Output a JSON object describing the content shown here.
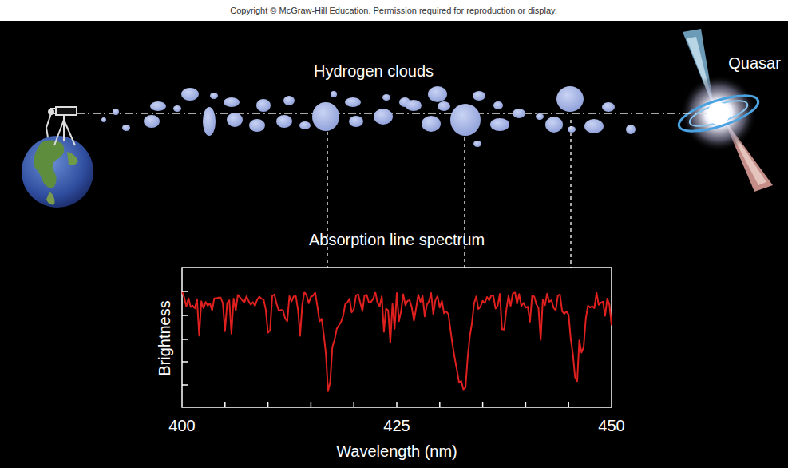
{
  "diagram": {
    "labels": [
      "Copyright © McGraw-Hill Education. Permission required for reproduction or display.",
      "Hydrogen clouds",
      "Quasar",
      "Absorption line spectrum",
      "Brightness",
      "400",
      "425",
      "450",
      "Wavelength (nm)"
    ]
  }
}
